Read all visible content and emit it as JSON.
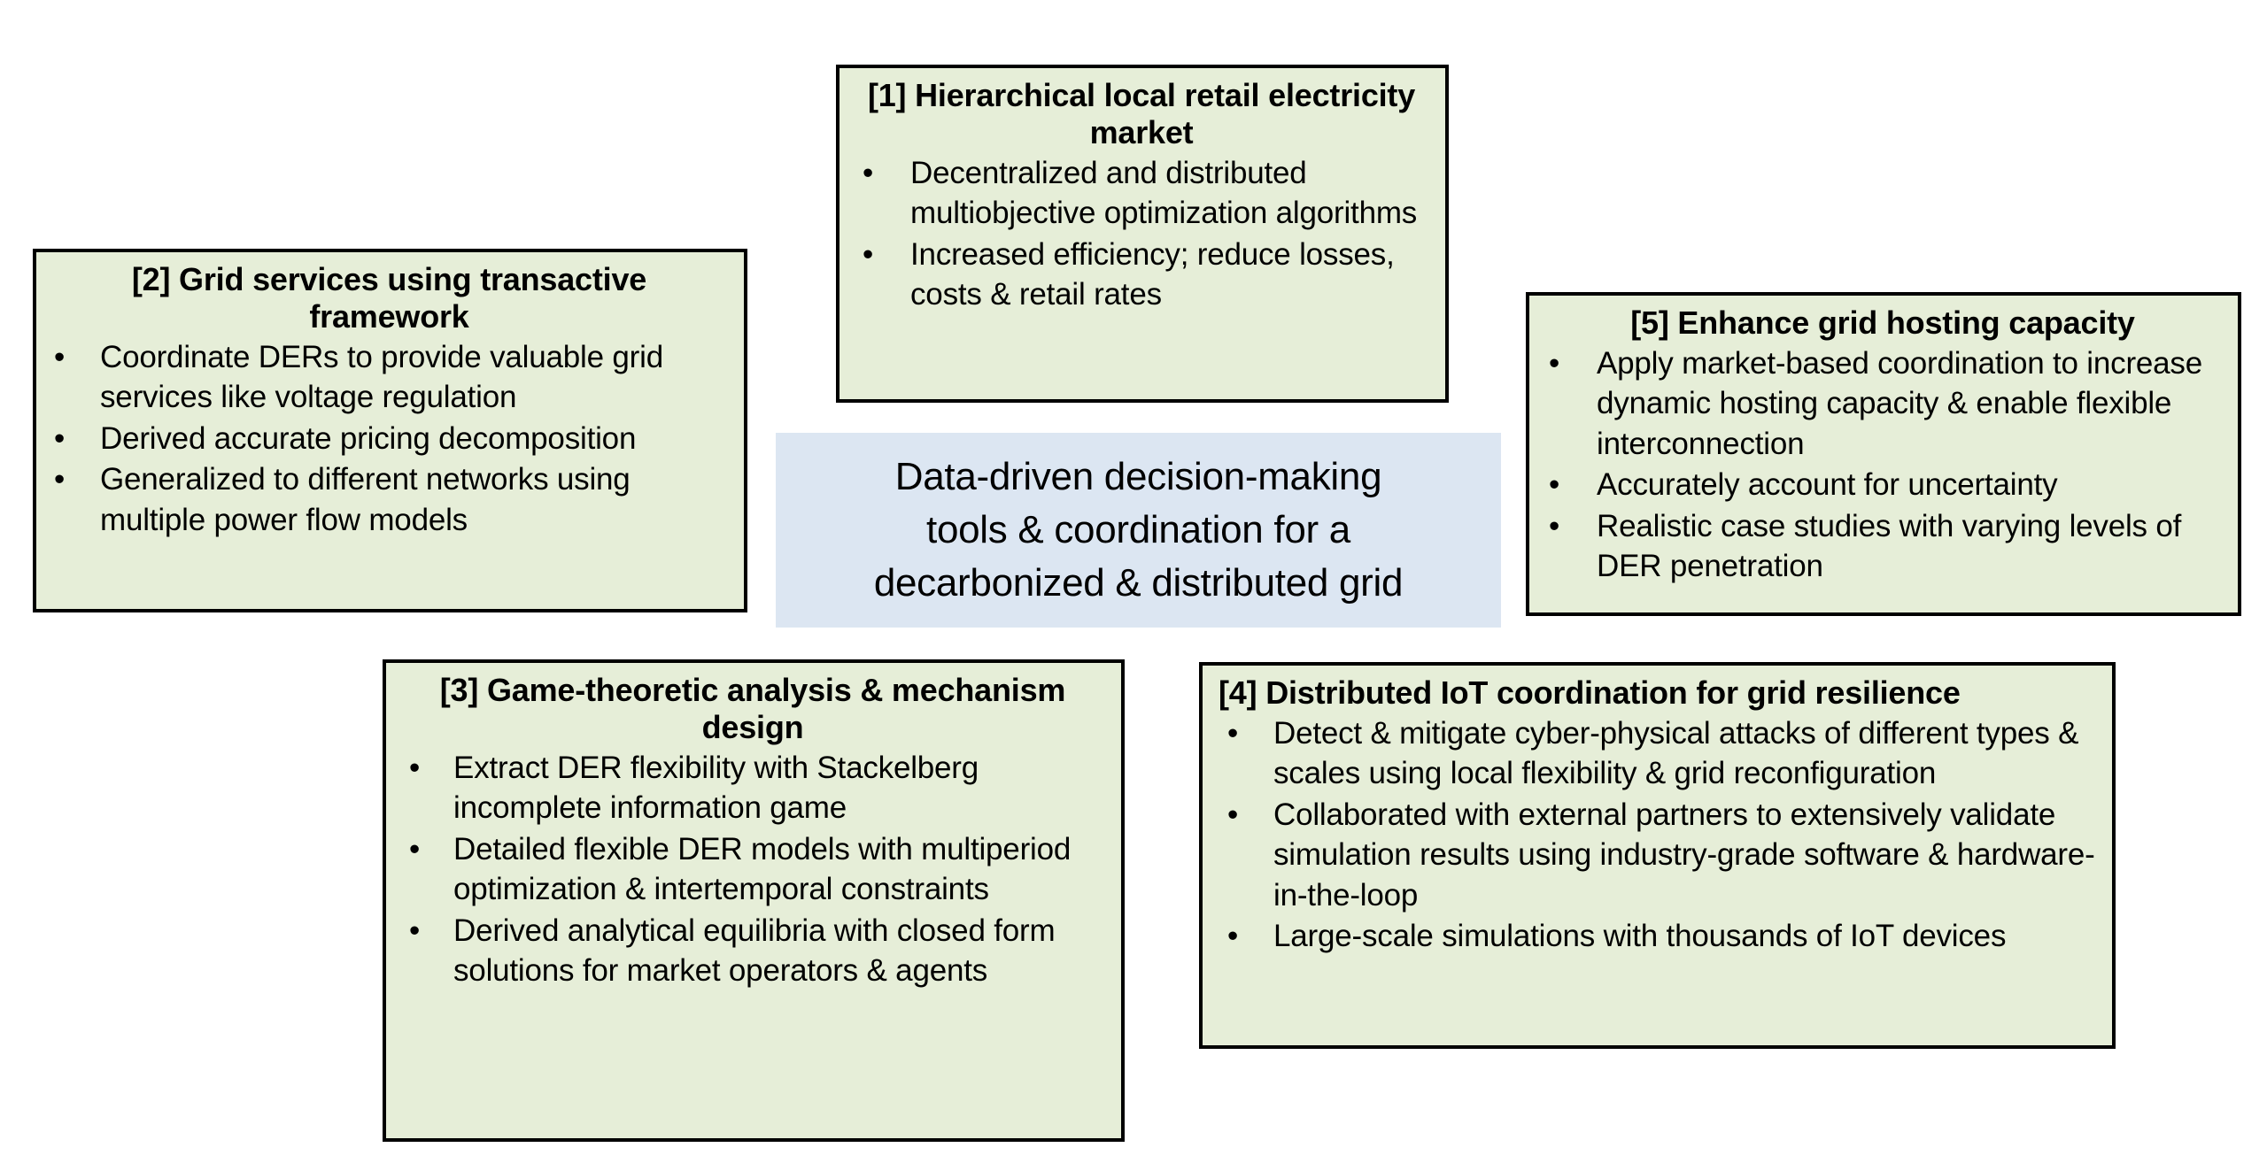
{
  "center_node": {
    "text": "Data-driven decision-making\ntools & coordination for a\ndecarbonized & distributed grid",
    "fill_color": "#dce6f2"
  },
  "theme": {
    "box_fill": "#e6eed8",
    "box_border": "#000000",
    "text_color": "#000000",
    "bullet_glyph": "•"
  },
  "boxes": [
    {
      "id": "1",
      "title": "[1] Hierarchical local retail electricity market",
      "title_align": "center",
      "bullets": [
        "Decentralized and distributed multiobjective optimization algorithms",
        "Increased efficiency; reduce losses, costs & retail rates"
      ]
    },
    {
      "id": "2",
      "title": "[2] Grid services using transactive framework",
      "title_align": "center",
      "bullets": [
        "Coordinate DERs to provide valuable grid services like voltage regulation",
        "Derived accurate pricing decomposition",
        "Generalized to different networks using multiple power flow models"
      ]
    },
    {
      "id": "3",
      "title": "[3] Game-theoretic analysis & mechanism design",
      "title_align": "center",
      "bullets": [
        "Extract DER flexibility with Stackelberg incomplete information game",
        "Detailed flexible DER models with multiperiod optimization & intertemporal constraints",
        "Derived analytical equilibria with closed form solutions for market operators & agents"
      ]
    },
    {
      "id": "4",
      "title": "[4] Distributed IoT coordination for grid resilience",
      "title_align": "left",
      "bullets": [
        "Detect & mitigate cyber-physical attacks of different types & scales using local flexibility & grid reconfiguration",
        "Collaborated with external partners to extensively validate simulation results using industry-grade software & hardware-in-the-loop",
        "Large-scale simulations with thousands of IoT devices"
      ]
    },
    {
      "id": "5",
      "title": "[5] Enhance grid hosting capacity",
      "title_align": "center",
      "bullets": [
        "Apply market-based coordination to increase dynamic hosting capacity & enable flexible interconnection",
        "Accurately account for uncertainty",
        "Realistic case studies with varying levels of DER penetration"
      ]
    }
  ]
}
